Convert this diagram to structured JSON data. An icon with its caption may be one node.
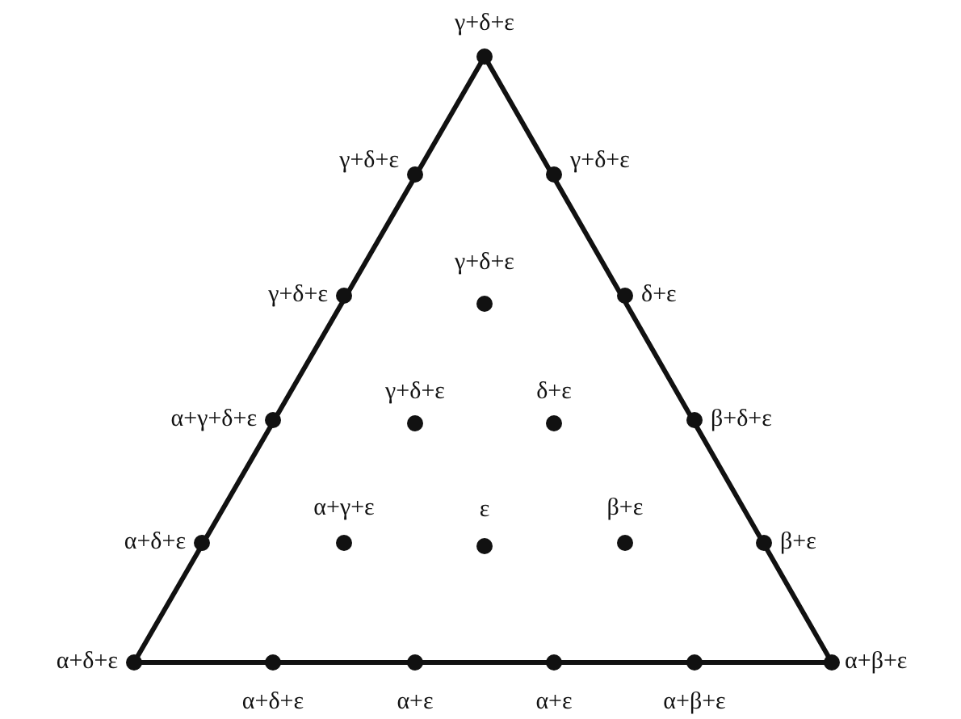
{
  "diagram": {
    "labels": [
      "γ+δ+ε",
      "γ+δ+ε",
      "γ+δ+ε",
      "γ+δ+ε",
      "γ+δ+ε",
      "δ+ε",
      "γ+δ+ε",
      "δ+ε",
      "α+γ+δ+ε",
      "β+δ+ε",
      "α+γ+ε",
      "ε",
      "β+ε",
      "α+δ+ε",
      "β+ε",
      "α+δ+ε",
      "α+β+ε",
      "α+δ+ε",
      "α+ε",
      "α+ε",
      "α+β+ε"
    ]
  }
}
